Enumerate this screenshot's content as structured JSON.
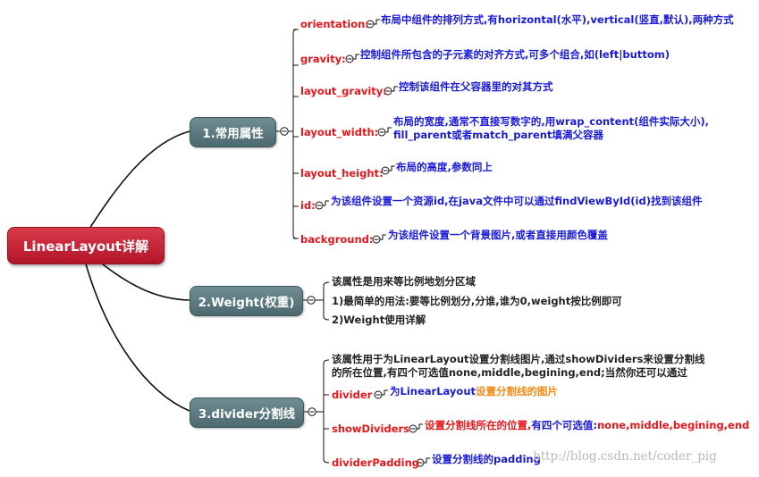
{
  "root": {
    "label": "LinearLayout详解"
  },
  "branches": [
    {
      "label": "1.常用属性",
      "items": [
        {
          "key": "orientation:",
          "desc": [
            "布局中组件的排列方式,有horizontal(水平),vertical(竖直,默认),两种方式"
          ]
        },
        {
          "key": "gravity:",
          "desc": [
            "控制组件所包含的子元素的对齐方式,可多个组合,如(left|buttom)"
          ]
        },
        {
          "key": "layout_gravity:",
          "desc": [
            "控制该组件在父容器里的对其方式"
          ]
        },
        {
          "key": "layout_width:",
          "desc": [
            "布局的宽度,通常不直接写数字的,用wrap_content(组件实际大小),",
            "fill_parent或者match_parent填满父容器"
          ]
        },
        {
          "key": "layout_height:",
          "desc": [
            "布局的高度,参数同上"
          ]
        },
        {
          "key": "id:",
          "desc": [
            "为该组件设置一个资源id,在java文件中可以通过findViewById(id)找到该组件"
          ]
        },
        {
          "key": "background:",
          "desc": [
            "为该组件设置一个背景图片,或者直接用颜色覆盖"
          ]
        }
      ]
    },
    {
      "label": "2.Weight(权重)",
      "lines": [
        "该属性是用来等比例地划分区域",
        "1)最简单的用法:要等比例划分,分谁,谁为0,weight按比例即可",
        "2)Weight使用详解"
      ]
    },
    {
      "label": "3.divider分割线",
      "intro": [
        "该属性用于为LinearLayout设置分割线图片,通过showDividers来设置分割线",
        "的所在位置,有四个可选值none,middle,begining,end;当然你还可以通过"
      ],
      "items": [
        {
          "key": "divider",
          "desc_parts": [
            {
              "text": "为LinearLayout",
              "color": "#1a1adb"
            },
            {
              "text": "设置分割线的图片",
              "color": "#f38a12"
            }
          ]
        },
        {
          "key": "showDividers",
          "desc_parts": [
            {
              "text": "设置分割线所在的位置,",
              "color": "#e8161a"
            },
            {
              "text": "有四个可选值:",
              "color": "#1a1adb"
            },
            {
              "text": "none,middle,begining,end",
              "color": "#e8161a"
            }
          ]
        },
        {
          "key": "dividerPadding",
          "desc_parts": [
            {
              "text": "设置分割线的padding",
              "color": "#1a1adb"
            }
          ]
        }
      ]
    }
  ],
  "watermark": "http://blog.csdn.net/coder_pig",
  "colors": {
    "key": "#e8161a",
    "desc": "#1a1adb",
    "dark": "#222222",
    "orange": "#f38a12",
    "root": "#c4202f",
    "sub": "#5b777d",
    "line": "#111111"
  }
}
